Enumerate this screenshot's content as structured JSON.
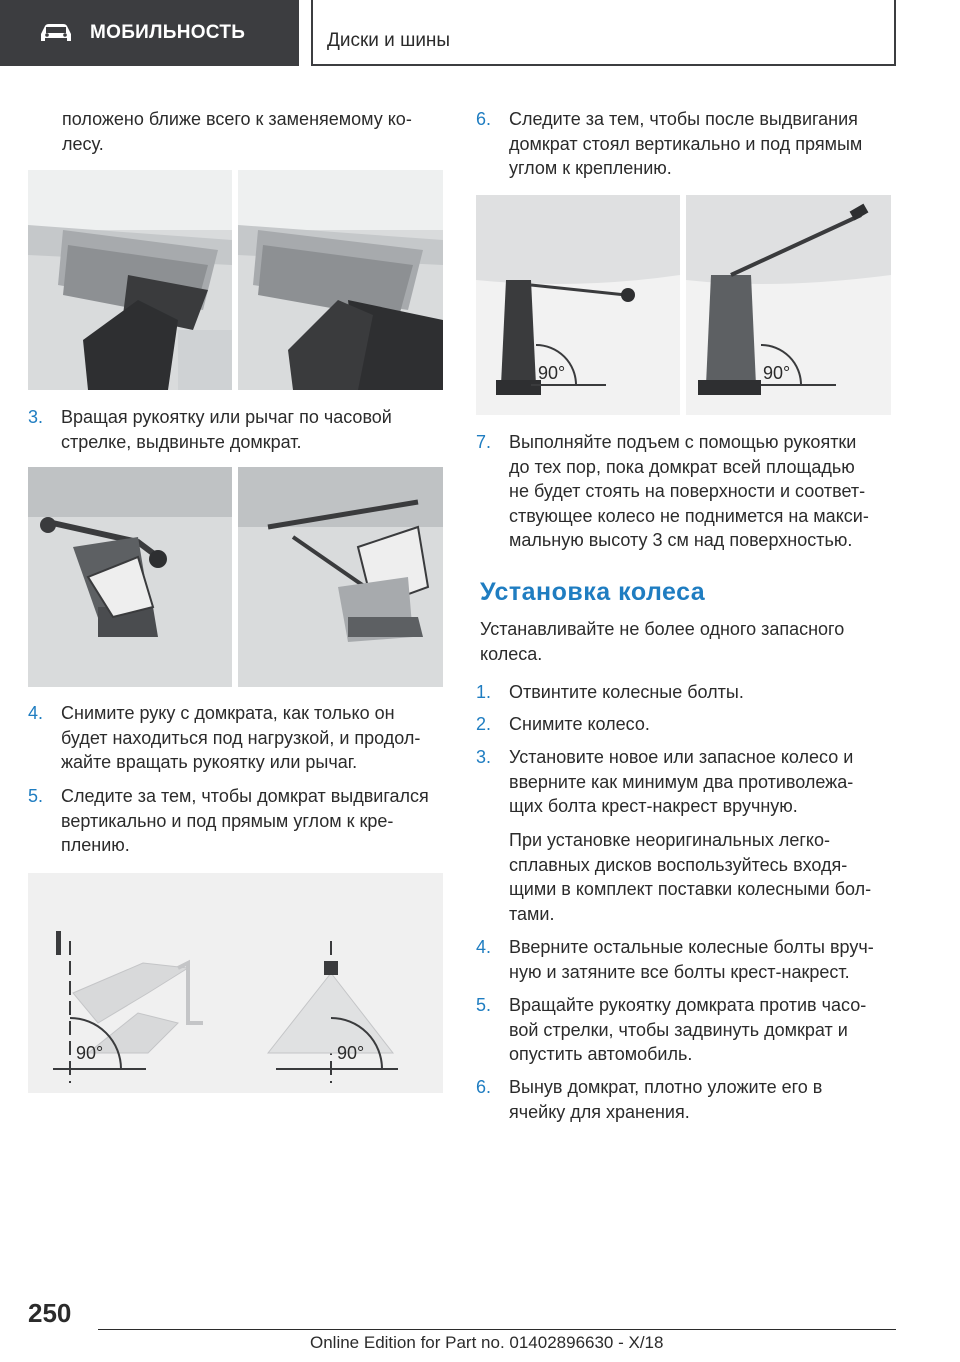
{
  "header": {
    "section": "МОБИЛЬНОСТЬ",
    "chapter": "Диски и шины",
    "section_icon": "car-icon"
  },
  "left": {
    "intro": [
      "положено ближе всего к заменяемому ко-",
      "лесу."
    ],
    "steps": [
      {
        "num": "3.",
        "lines": [
          "Вращая рукоятку или рычаг по часовой",
          "стрелке, выдвиньте домкрат."
        ]
      },
      {
        "num": "4.",
        "lines": [
          "Снимите руку с домкрата, как только он",
          "будет находиться под нагрузкой, и продол-",
          "жайте вращать рукоятку или рычаг."
        ]
      },
      {
        "num": "5.",
        "lines": [
          "Следите за тем, чтобы домкрат выдвигался",
          "вертикально и под прямым углом к кре-",
          "плению."
        ]
      }
    ],
    "fig3_labels": [
      "90°",
      "90°"
    ]
  },
  "right": {
    "steps": [
      {
        "num": "6.",
        "lines": [
          "Следите за тем, чтобы после выдвигания",
          "домкрат стоял вертикально и под прямым",
          "углом к креплению."
        ]
      },
      {
        "num": "7.",
        "lines": [
          "Выполняйте подъем с помощью рукоятки",
          "до тех пор, пока домкрат всей площадью",
          "не будет стоять на поверхности и соответ-",
          "ствующее колесо не поднимется на макси-",
          "мальную высоту 3 см над поверхностью."
        ]
      }
    ],
    "fig_labels": [
      "90°",
      "90°"
    ],
    "heading": "Установка колеса",
    "heading_intro": [
      "Устанавливайте не более одного запасного",
      "колеса."
    ],
    "mount_steps": [
      {
        "num": "1.",
        "lines": [
          "Отвинтите колесные болты."
        ]
      },
      {
        "num": "2.",
        "lines": [
          "Снимите колесо."
        ]
      },
      {
        "num": "3.",
        "lines": [
          "Установите новое или запасное колесо и",
          "вверните как минимум два противолежа-",
          "щих болта крест-накрест вручную."
        ]
      },
      {
        "num": "4.",
        "lines": [
          "Вверните остальные колесные болты вруч-",
          "ную и затяните все болты крест-накрест."
        ]
      },
      {
        "num": "5.",
        "lines": [
          "Вращайте рукоятку домкрата против часо-",
          "вой стрелки, чтобы задвинуть домкрат и",
          "опустить автомобиль."
        ]
      },
      {
        "num": "6.",
        "lines": [
          "Вынув домкрат, плотно уложите его в",
          "ячейку для хранения."
        ]
      }
    ],
    "note": [
      "При установке неоригинальных легко-",
      "сплавных дисков воспользуйтесь входя-",
      "щими в комплект поставки колесными бол-",
      "тами."
    ]
  },
  "footer": {
    "page": "250",
    "edition": "Online Edition for Part no. 01402896630 - X/18"
  }
}
